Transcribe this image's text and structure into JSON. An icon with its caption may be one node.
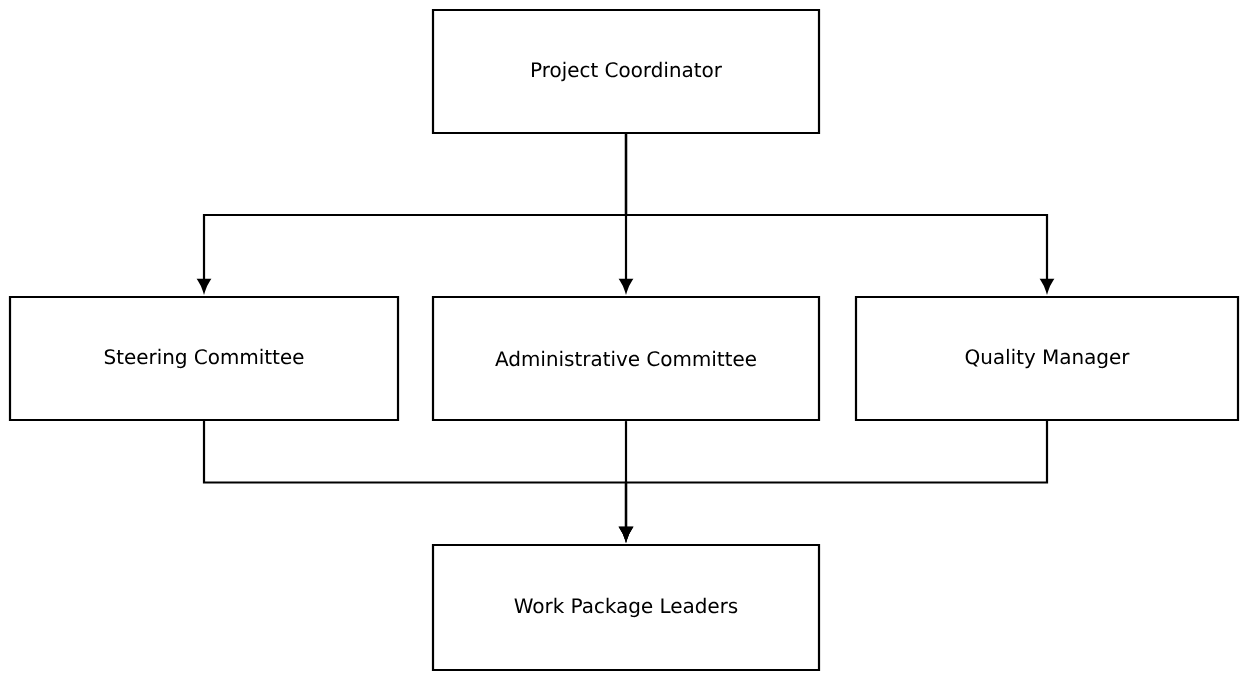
{
  "diagram": {
    "nodes": [
      {
        "text": [
          "Project Coordinator"
        ]
      },
      {
        "text": [
          "Steering Committee"
        ]
      },
      {
        "text": [
          "Administrative Committee"
        ]
      },
      {
        "text": [
          "Quality Manager"
        ]
      },
      {
        "text": [
          "Work Package Leaders"
        ]
      }
    ],
    "edges": [
      {
        "from": 0,
        "to": 1,
        "arrow": "to"
      },
      {
        "from": 0,
        "to": 2,
        "arrow": "to"
      },
      {
        "from": 0,
        "to": 3,
        "arrow": "to"
      },
      {
        "from": 1,
        "to": 4,
        "arrow": "to"
      },
      {
        "from": 2,
        "to": 4,
        "arrow": "to"
      },
      {
        "from": 3,
        "to": 4,
        "arrow": "to"
      }
    ]
  }
}
